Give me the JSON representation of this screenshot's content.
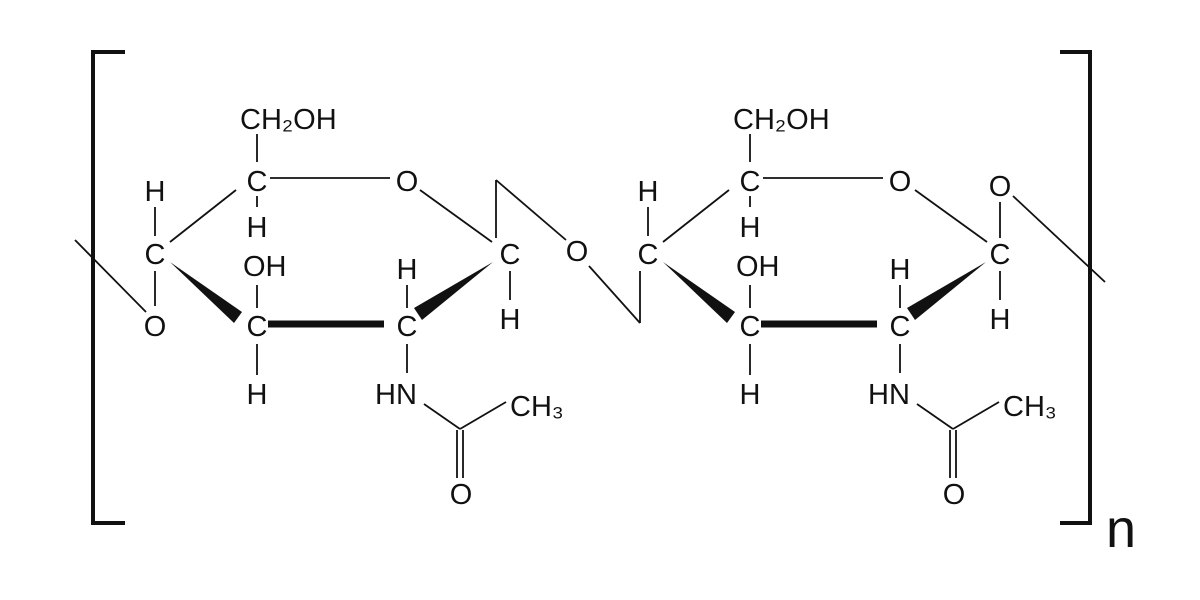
{
  "units": [
    {
      "ch2oh": "CH₂OH",
      "c4": "C",
      "h4": "H",
      "o_ring": "O",
      "h1": "H",
      "c1": "C",
      "o_link": "O",
      "oh3": "OH",
      "c3": "C",
      "h3": "H",
      "h2": "H",
      "c2": "C",
      "hn": "HN",
      "ch3": "CH₃",
      "o_carbonyl": "O",
      "c5": "C",
      "h5": "H"
    },
    {
      "ch2oh": "CH₂OH",
      "c4": "C",
      "h4": "H",
      "o_ring": "O",
      "h1": "H",
      "c1": "C",
      "o_link": "O",
      "oh3": "OH",
      "c3": "C",
      "h3": "H",
      "h2": "H",
      "c2": "C",
      "hn": "HN",
      "ch3": "CH₃",
      "o_carbonyl": "O",
      "c5": "C",
      "h5": "H"
    }
  ],
  "glycosidic_oxygen": "O",
  "repeat_subscript": "n"
}
